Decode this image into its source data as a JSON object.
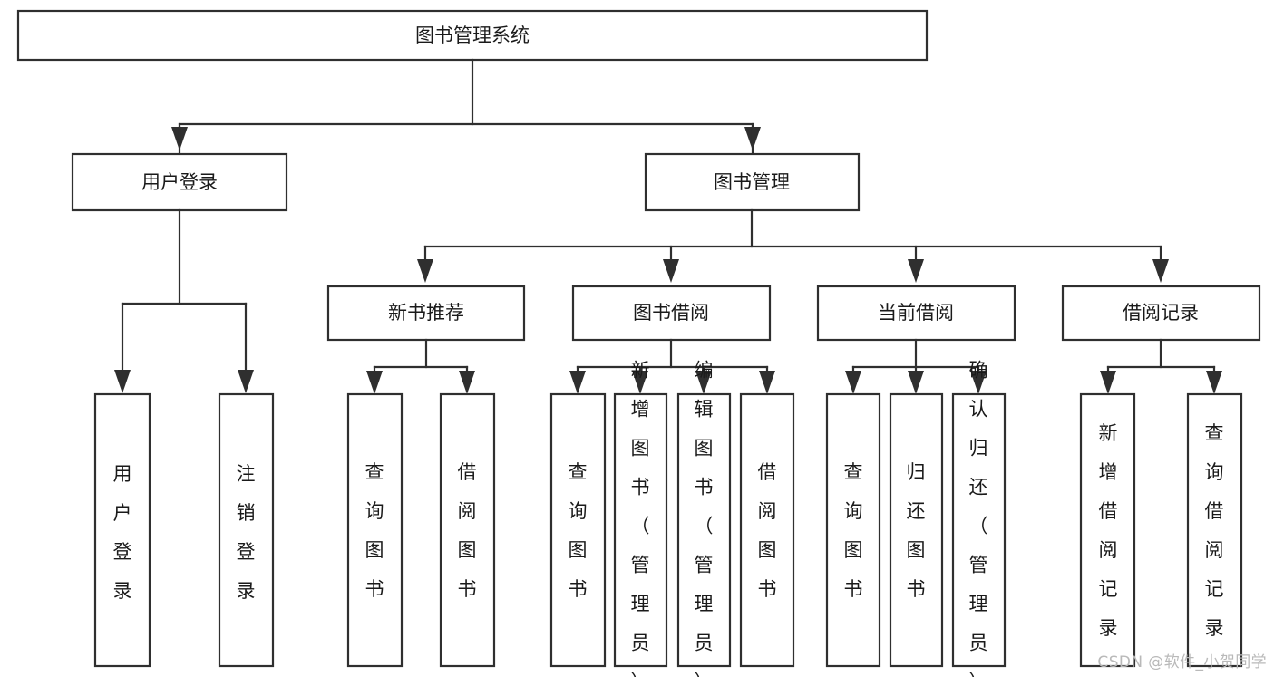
{
  "diagram": {
    "title": "图书管理系统",
    "type": "tree-hierarchy-chart",
    "root": {
      "id": "root",
      "label": "图书管理系统"
    },
    "level2": [
      {
        "id": "user-login",
        "label": "用户登录"
      },
      {
        "id": "book-manage",
        "label": "图书管理"
      }
    ],
    "level3": [
      {
        "id": "new-book-recommend",
        "label": "新书推荐",
        "parent": "book-manage"
      },
      {
        "id": "book-borrow",
        "label": "图书借阅",
        "parent": "book-manage"
      },
      {
        "id": "current-borrow",
        "label": "当前借阅",
        "parent": "book-manage"
      },
      {
        "id": "borrow-record",
        "label": "借阅记录",
        "parent": "book-manage"
      }
    ],
    "leaves": {
      "user-login": [
        {
          "id": "leaf-user-login",
          "label": "用户登录"
        },
        {
          "id": "leaf-logout",
          "label": "注销登录"
        }
      ],
      "new-book-recommend": [
        {
          "id": "leaf-query-book-1",
          "label": "查询图书"
        },
        {
          "id": "leaf-borrow-book-1",
          "label": "借阅图书"
        }
      ],
      "book-borrow": [
        {
          "id": "leaf-query-book-2",
          "label": "查询图书"
        },
        {
          "id": "leaf-add-book",
          "label": "新增图书（管理员）"
        },
        {
          "id": "leaf-edit-book",
          "label": "编辑图书（管理员）"
        },
        {
          "id": "leaf-borrow-book-2",
          "label": "借阅图书"
        }
      ],
      "current-borrow": [
        {
          "id": "leaf-query-book-3",
          "label": "查询图书"
        },
        {
          "id": "leaf-return-book",
          "label": "归还图书"
        },
        {
          "id": "leaf-confirm-return",
          "label": "确认归还（管理员）"
        }
      ],
      "borrow-record": [
        {
          "id": "leaf-add-record",
          "label": "新增借阅记录"
        },
        {
          "id": "leaf-query-record",
          "label": "查询借阅记录"
        }
      ]
    }
  },
  "watermark": {
    "text": "CSDN @软件_小贺同学"
  },
  "colors": {
    "stroke": "#2f2f2f",
    "fill": "#ffffff",
    "text": "#1a1a1a",
    "watermark": "#b9b9b9"
  }
}
